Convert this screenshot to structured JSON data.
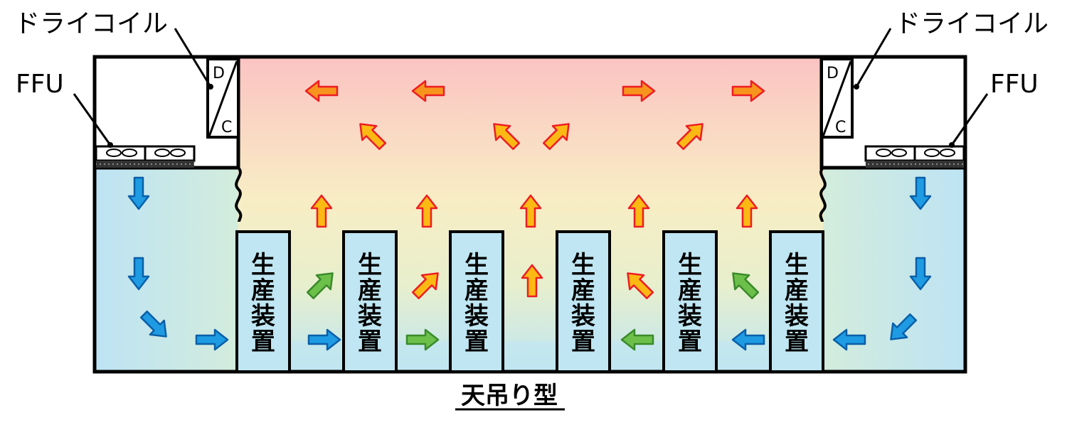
{
  "labels": {
    "dry_coil_left": "ドライコイル",
    "dry_coil_right": "ドライコイル",
    "ffu_left": "FFU",
    "ffu_right": "FFU",
    "coil_top": "D",
    "coil_bottom": "C",
    "equipment": "生産装置",
    "caption": "天吊り型"
  },
  "colors": {
    "arrow_red_fill": "#f7941d",
    "arrow_red_stroke": "#ee1c24",
    "arrow_yellow_fill": "#fdb913",
    "arrow_blue_fill": "#1e9be3",
    "arrow_blue_stroke": "#0a5fa8",
    "arrow_green_fill": "#6cc04a",
    "arrow_green_stroke": "#3a8a2a",
    "cool_zone": "#bfe3f5",
    "warm_top": "#fbc6c6",
    "warm_mid": "#f6eec6"
  }
}
